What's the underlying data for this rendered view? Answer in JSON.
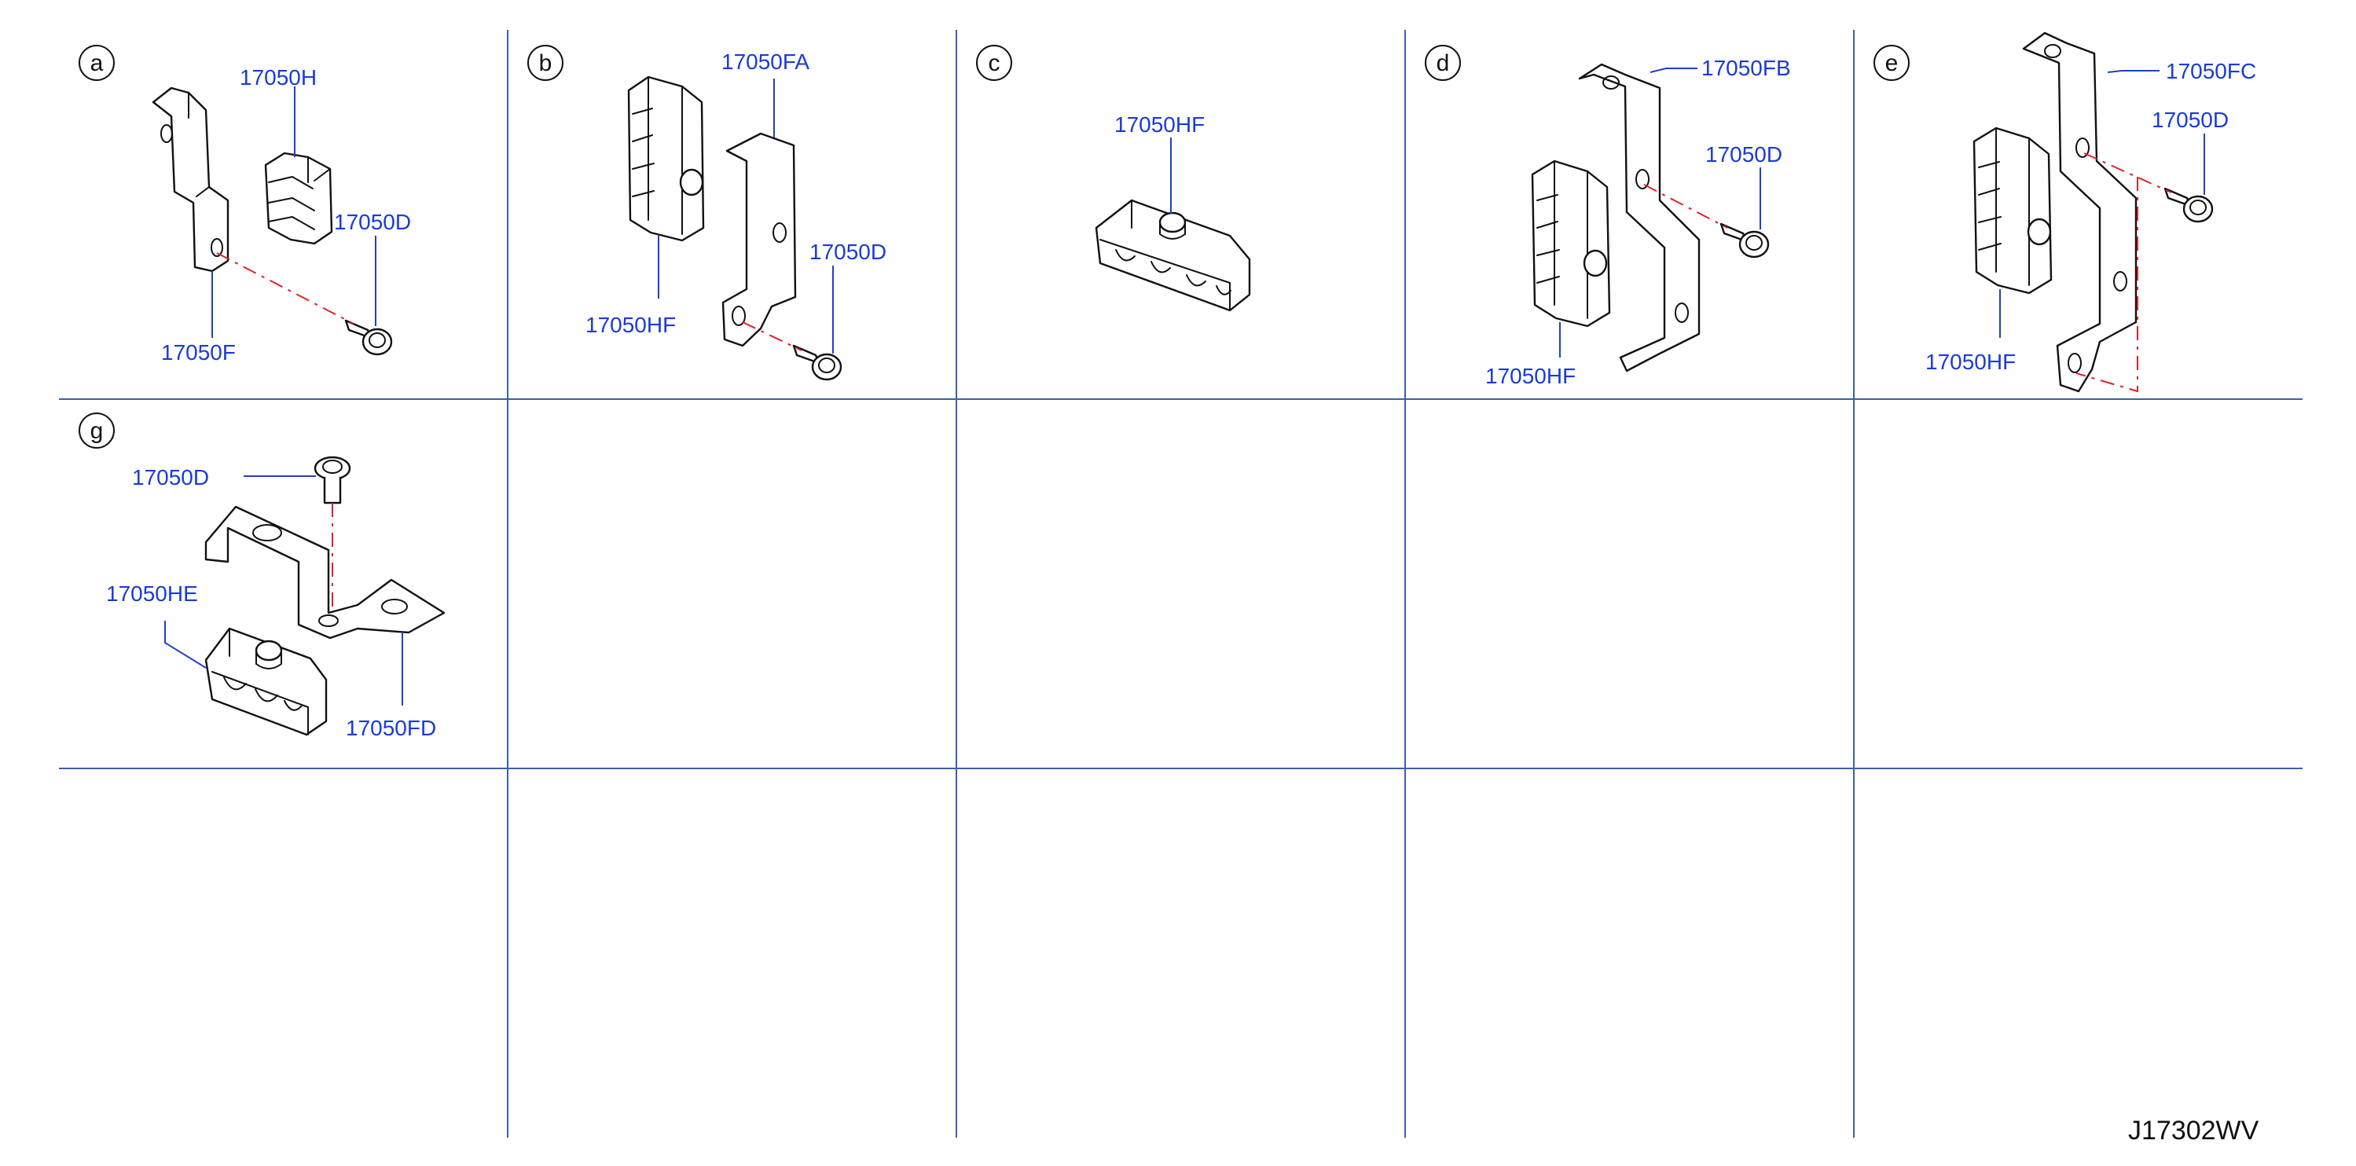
{
  "sections": {
    "a": {
      "letter": "a",
      "parts": [
        "17050H",
        "17050D",
        "17050F"
      ]
    },
    "b": {
      "letter": "b",
      "parts": [
        "17050FA",
        "17050D",
        "17050HF"
      ]
    },
    "c": {
      "letter": "c",
      "parts": [
        "17050HF"
      ]
    },
    "d": {
      "letter": "d",
      "parts": [
        "17050FB",
        "17050D",
        "17050HF"
      ]
    },
    "e": {
      "letter": "e",
      "parts": [
        "17050FC",
        "17050D",
        "17050HF"
      ]
    },
    "g": {
      "letter": "g",
      "parts": [
        "17050D",
        "17050HE",
        "17050FD"
      ]
    }
  },
  "reference_code": "J17302WV",
  "colors": {
    "grid": "#3a62a8",
    "label": "#1a3bd8",
    "centerline": "#e0202a",
    "part": "#111111"
  }
}
